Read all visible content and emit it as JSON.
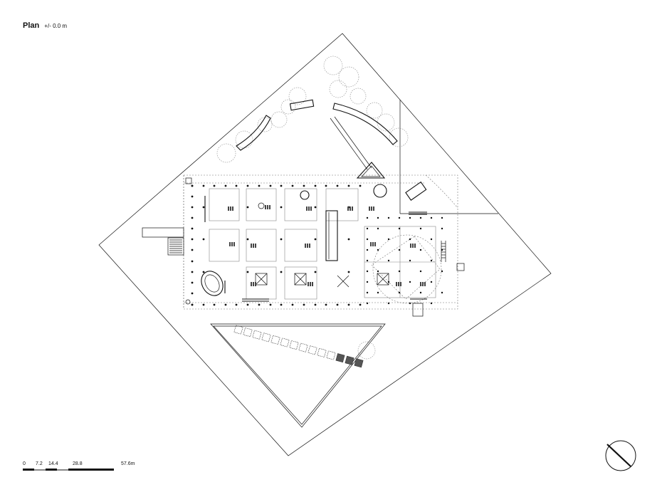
{
  "header": {
    "title": "Plan",
    "elevation": "+/- 0.0 m"
  },
  "scale_bar": {
    "labels": [
      "0",
      "7.2",
      "14.4",
      "28.8",
      "57.6m"
    ]
  },
  "icons": {
    "north_arrow": "north-arrow-icon"
  }
}
